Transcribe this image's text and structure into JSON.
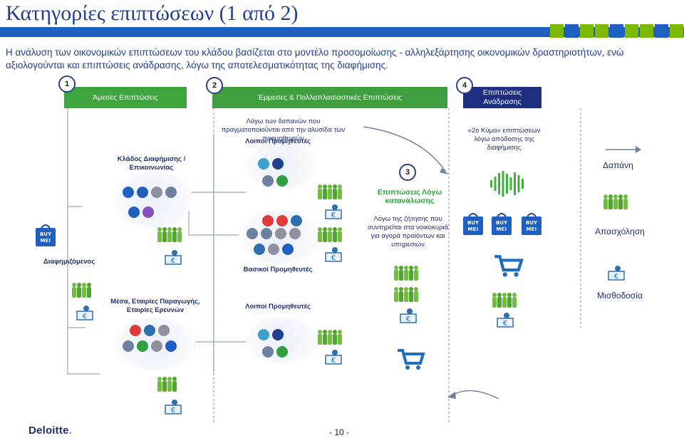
{
  "title": "Κατηγορίες επιπτώσεων (1 από 2)",
  "intro": "Η ανάλυση των οικονομικών επιπτώσεων του κλάδου βασίζεται στο μοντέλο προσομοίωσης - αλληλεξάρτησης οικονομικών δραστηριοτήτων, ενώ αξιολογούνται και επιπτώσεις ανάδρασης, λόγω της αποτελεσματικότητας της διαφήμισης.",
  "headers": {
    "h1": {
      "num": "1",
      "label": "Άμεσες Επιπτώσεις"
    },
    "h2": {
      "num": "2",
      "label": "Έμμεσες & Πολλαπλασιαστικές Επιπτώσεις"
    },
    "h4": {
      "num": "4",
      "label": "Επιπτώσεις Ανάδρασης"
    }
  },
  "labels": {
    "sector": "Κλάδος Διαφήμισης / Επικοινωνίας",
    "advertised": "Διαφημιζόμενος",
    "media": "Μέσα, Εταιρίες Παραγωγής, Εταιρίες Ερευνών",
    "spending_note": "Λόγω των δαπανών που πραγματοποιούνται από την αλυσίδα των προμηθευτών",
    "other_suppliers_1": "Λοιποί Προμηθευτές",
    "basic_suppliers": "Βασικοί Προμηθευτές",
    "other_suppliers_2": "Λοιποί Προμηθευτές",
    "step3_num": "3",
    "step3_title": "Επιπτώσεις Λόγω κατανάλωσης",
    "step3_note": "Λόγω της ζήτησης που συντηρείται στα νοικοκυριά για αγορά προϊόντων και υπηρεσιών",
    "second_wave": "«2ο Κύμα» επιπτώσεων λόγω απόδοσης της διαφήμισης"
  },
  "legend": {
    "spending": "Δαπάνη",
    "employment": "Απασχόληση",
    "wages": "Μισθοδοσία"
  },
  "buy_me": "BUY ME!",
  "footer": {
    "brand": "Deloitte",
    "dot": ".",
    "page": "- 10 -"
  },
  "colors": {
    "title_blue": "#1f3f8f",
    "bar_blue": "#1f5fc0",
    "header_blue": "#1f5fc0",
    "header_green": "#3fa53f",
    "header_navy": "#1f2f7f",
    "people_green": "#4fa52f",
    "cart_blue": "#1f6fc0"
  }
}
